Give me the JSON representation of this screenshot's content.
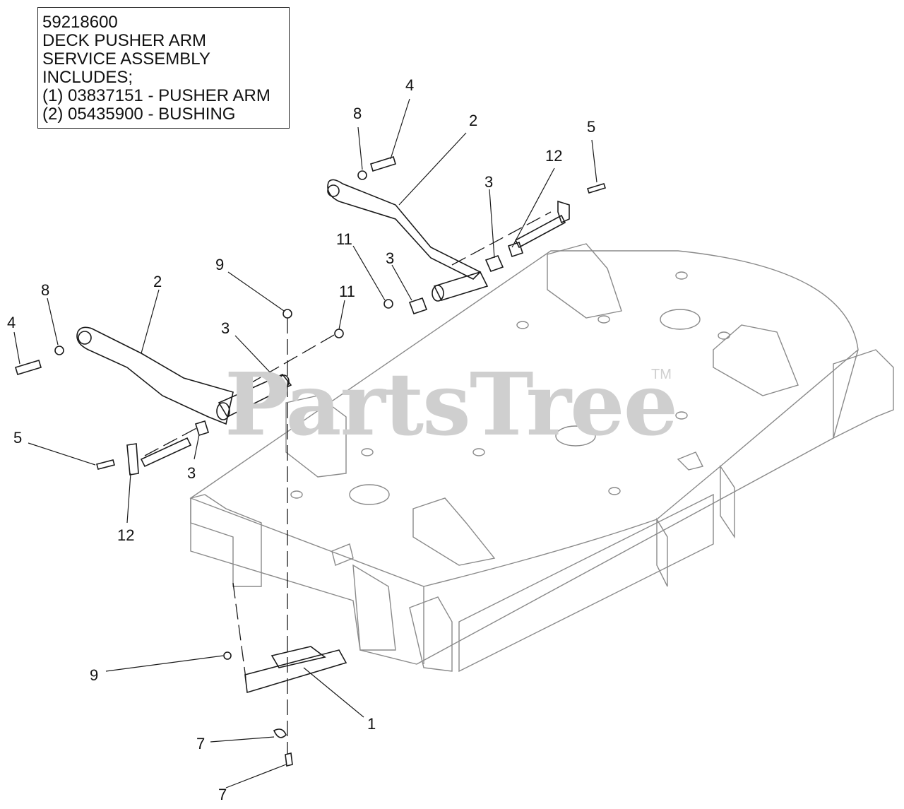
{
  "note": {
    "lines": [
      "59218600",
      "DECK PUSHER ARM",
      "SERVICE ASSEMBLY",
      "INCLUDES;",
      "(1) 03837151 - PUSHER ARM",
      "(2) 05435900 - BUSHING"
    ]
  },
  "watermark": {
    "text": "PartsTree",
    "tm": "TM"
  },
  "callouts": [
    "4",
    "8",
    "2",
    "5",
    "12",
    "3",
    "11",
    "3",
    "9",
    "2",
    "8",
    "4",
    "11",
    "3",
    "5",
    "3",
    "12",
    "9",
    "1",
    "7",
    "7"
  ],
  "colors": {
    "line": "#1a1a1a",
    "deck": "#8a8a8a",
    "watermark": "#cfcfcf"
  }
}
